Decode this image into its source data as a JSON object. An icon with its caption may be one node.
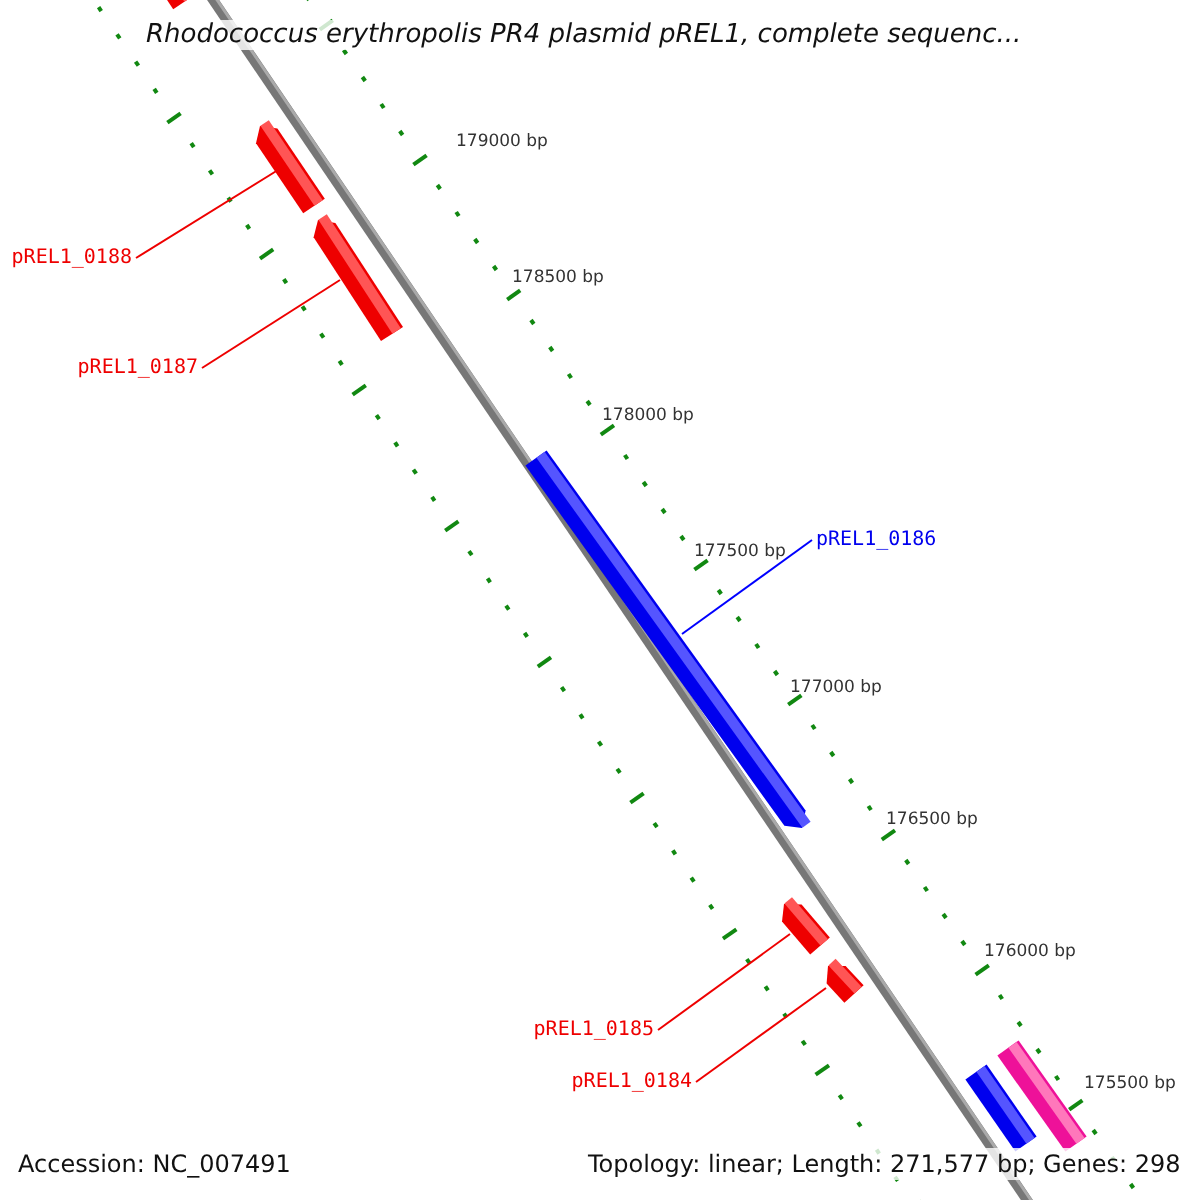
{
  "diagram": {
    "title": "Rhodococcus erythropolis PR4 plasmid pREL1, complete sequenc...",
    "nodes": [
      {
        "text": [],
        "shape": "arrow"
      },
      {
        "text": [],
        "shape": "arrow"
      },
      {
        "text": [
          "pREL1_0188"
        ]
      },
      {
        "text": [],
        "shape": "arrow"
      },
      {
        "text": [
          "pREL1_0187"
        ]
      },
      {
        "text": [],
        "shape": "arrow"
      },
      {
        "text": [
          "pREL1_0186"
        ]
      },
      {
        "text": [],
        "shape": "arrow"
      },
      {
        "text": [],
        "shape": "arrow"
      },
      {
        "text": [
          "pREL1_0185"
        ]
      },
      {
        "text": [
          "pREL1_0184"
        ]
      },
      {
        "text": [],
        "shape": "arrow"
      },
      {
        "text": [],
        "shape": "arrow"
      }
    ],
    "edges": [
      {
        "from": 2,
        "to": 1,
        "arrow": "none"
      },
      {
        "from": 4,
        "to": 3,
        "arrow": "none"
      },
      {
        "from": 6,
        "to": 5,
        "arrow": "none",
        "color": "#0000ff"
      },
      {
        "from": 9,
        "to": 7,
        "arrow": "none"
      },
      {
        "from": 10,
        "to": 8,
        "arrow": "none"
      }
    ],
    "labels": [
      "179000 bp",
      "178500 bp",
      "178000 bp",
      "177500 bp",
      "177000 bp",
      "176500 bp",
      "176000 bp",
      "175500 bp",
      "Accession: NC_007491",
      "Topology: linear; Length: 271,577 bp; Genes: 298"
    ]
  }
}
